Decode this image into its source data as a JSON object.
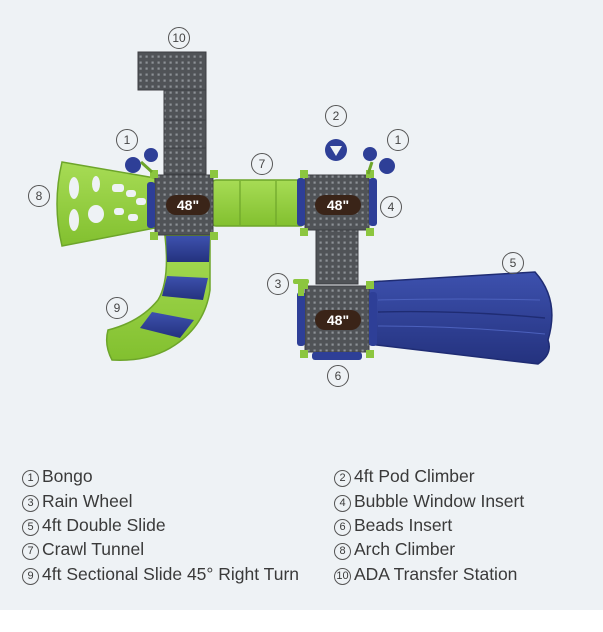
{
  "colors": {
    "deck": "#505357",
    "deck_hole": "#8d9196",
    "lime": "#93cf3c",
    "lime_dark": "#6da52a",
    "blue": "#2e3f97",
    "blue_dark": "#1f2c73",
    "badge": "#3a2418"
  },
  "deck_heights": [
    "48\"",
    "48\"",
    "48\""
  ],
  "callouts": [
    "1",
    "1",
    "2",
    "3",
    "4",
    "5",
    "6",
    "7",
    "8",
    "9",
    "10"
  ],
  "legend": [
    {
      "num": "1",
      "label": "Bongo"
    },
    {
      "num": "2",
      "label": "4ft Pod Climber"
    },
    {
      "num": "3",
      "label": "Rain Wheel"
    },
    {
      "num": "4",
      "label": "Bubble Window Insert"
    },
    {
      "num": "5",
      "label": "4ft Double Slide"
    },
    {
      "num": "6",
      "label": "Beads Insert"
    },
    {
      "num": "7",
      "label": "Crawl Tunnel"
    },
    {
      "num": "8",
      "label": "Arch Climber"
    },
    {
      "num": "9",
      "label": "4ft Sectional Slide 45° Right Turn"
    },
    {
      "num": "10",
      "label": "ADA Transfer Station"
    }
  ]
}
